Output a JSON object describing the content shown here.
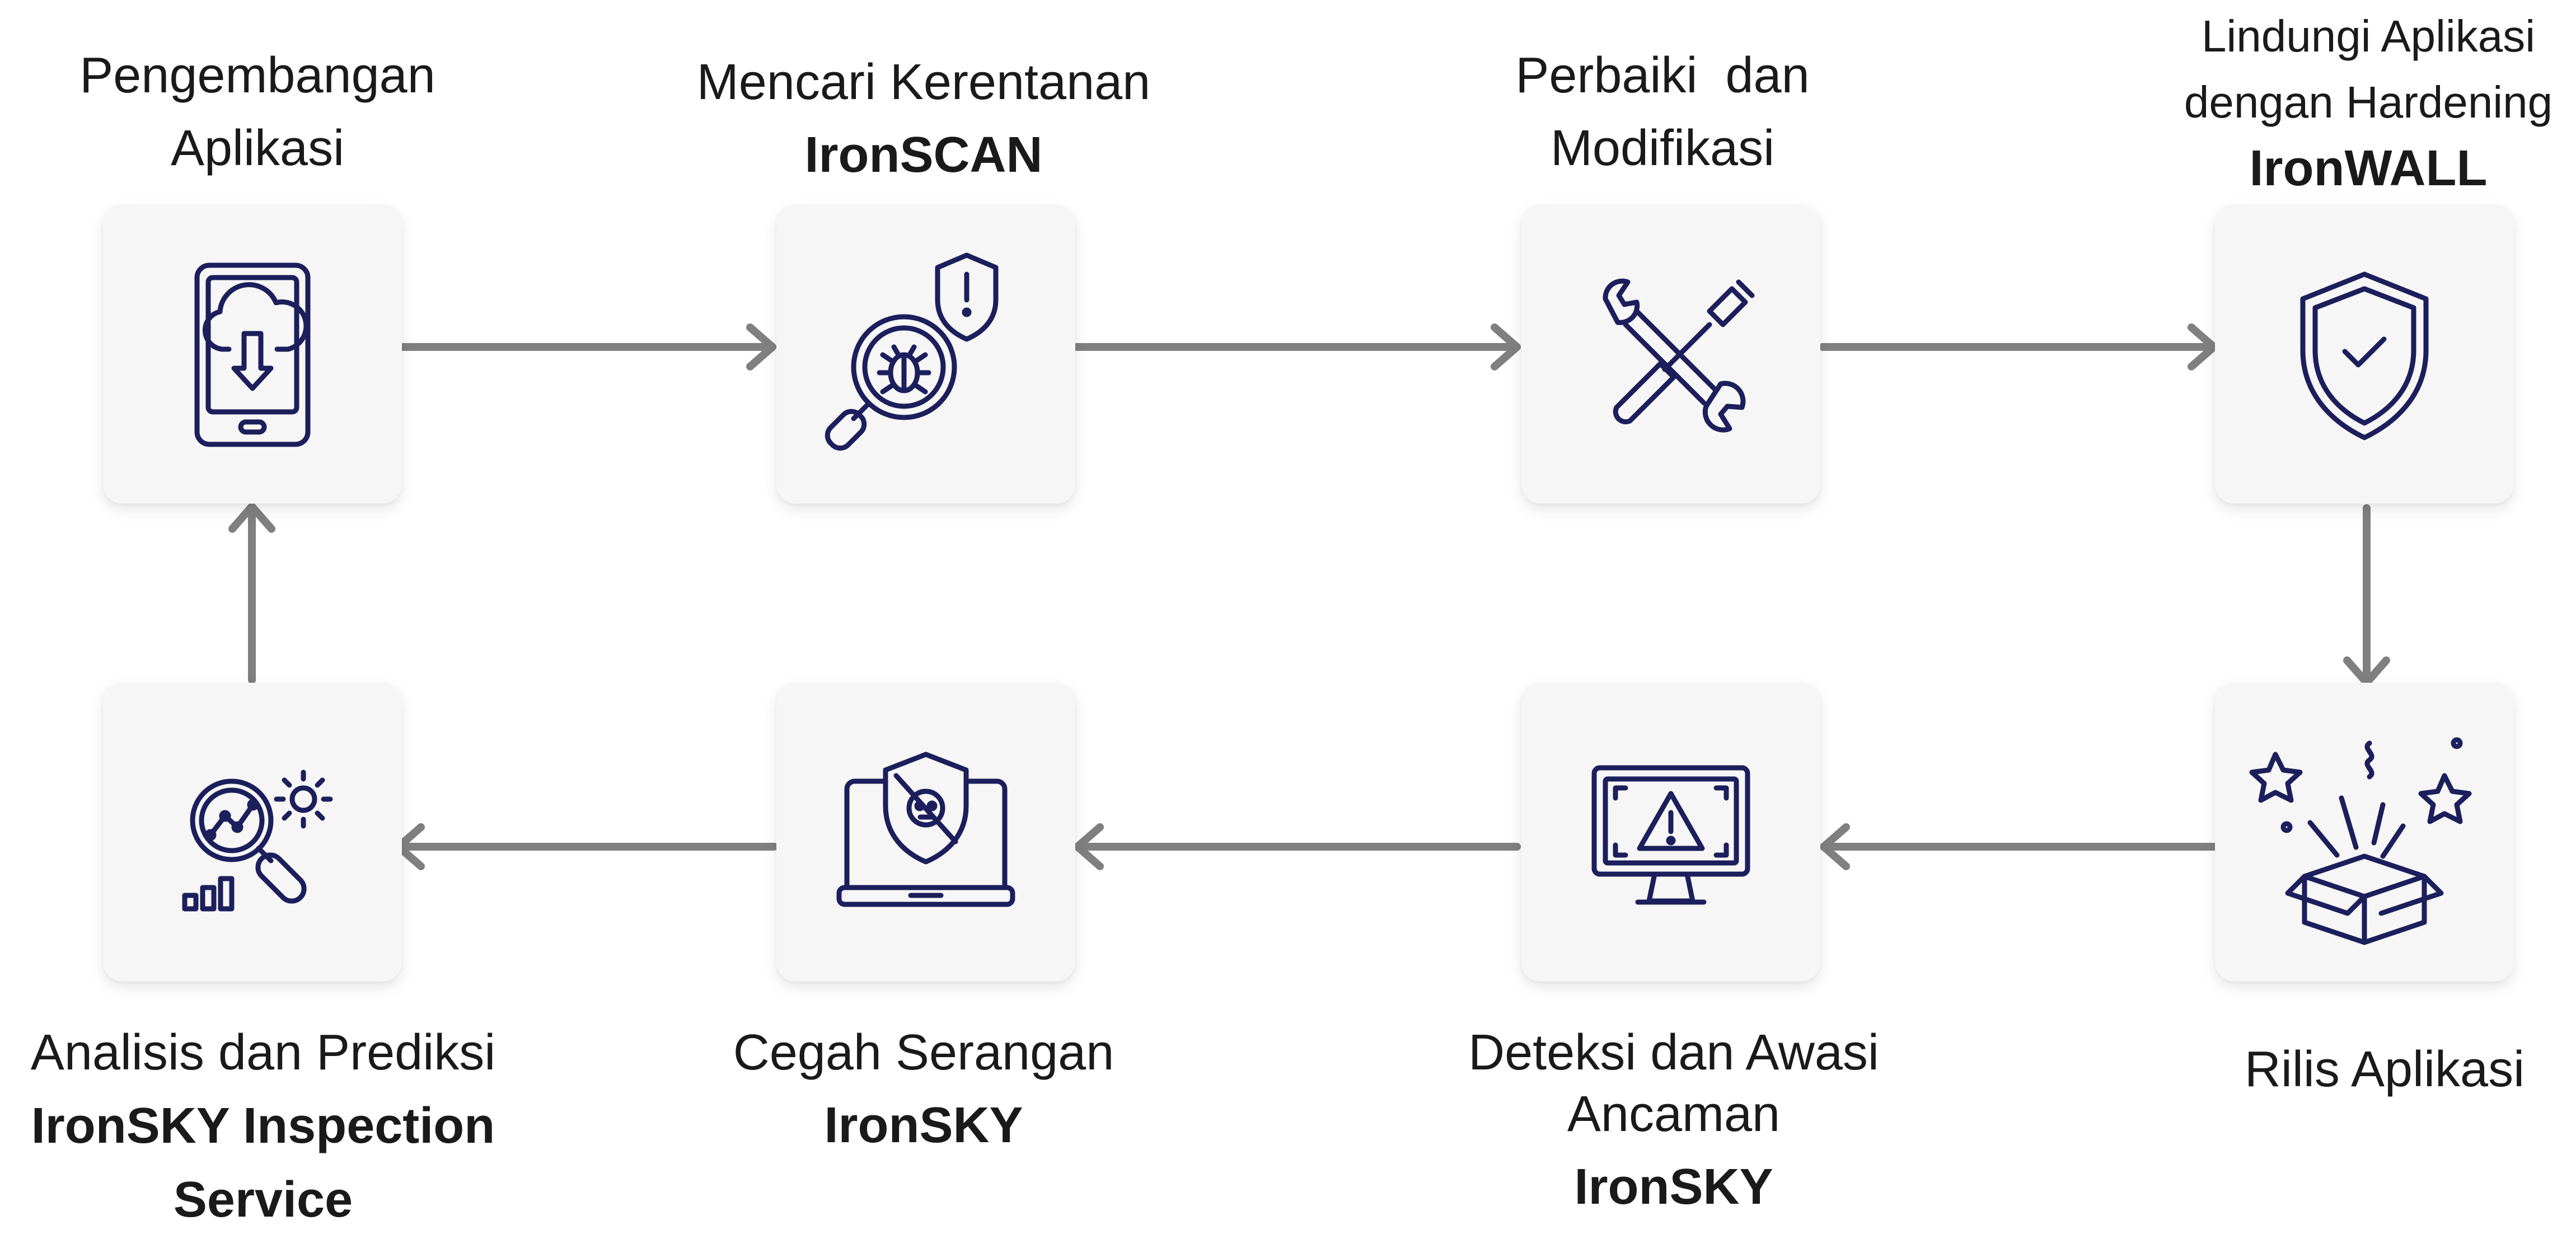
{
  "colors": {
    "icon": "#1c1f5c",
    "arrow": "#808080",
    "card": "#f6f6f6"
  },
  "steps": [
    {
      "id": "app-development",
      "lines": [
        "Pengembangan",
        "Aplikasi"
      ],
      "bold": "",
      "icon": "mobile-cloud-download-icon"
    },
    {
      "id": "find-vulnerabilities",
      "lines": [
        "Mencari Kerentanan"
      ],
      "bold": "IronSCAN",
      "icon": "magnifier-bug-shield-icon"
    },
    {
      "id": "fix-modify",
      "lines": [
        "Perbaiki  dan",
        "Modifikasi"
      ],
      "bold": "",
      "icon": "wrench-screwdriver-icon"
    },
    {
      "id": "protect-hardening",
      "lines": [
        "Lindungi Aplikasi",
        "dengan Hardening"
      ],
      "bold": "IronWALL",
      "icon": "shield-check-icon"
    },
    {
      "id": "release-app",
      "lines": [
        "Rilis Aplikasi"
      ],
      "bold": "",
      "icon": "gift-box-stars-icon"
    },
    {
      "id": "detect-monitor",
      "lines": [
        "Deteksi dan Awasi",
        "Ancaman"
      ],
      "bold": "IronSKY",
      "icon": "monitor-warning-icon"
    },
    {
      "id": "prevent-attack",
      "lines": [
        "Cegah Serangan"
      ],
      "bold": "IronSKY",
      "icon": "laptop-shield-virus-icon"
    },
    {
      "id": "analysis-prediction",
      "lines": [
        "Analisis dan Prediksi"
      ],
      "bold": "IronSKY Inspection Service",
      "icon": "analytics-search-gear-icon"
    }
  ]
}
